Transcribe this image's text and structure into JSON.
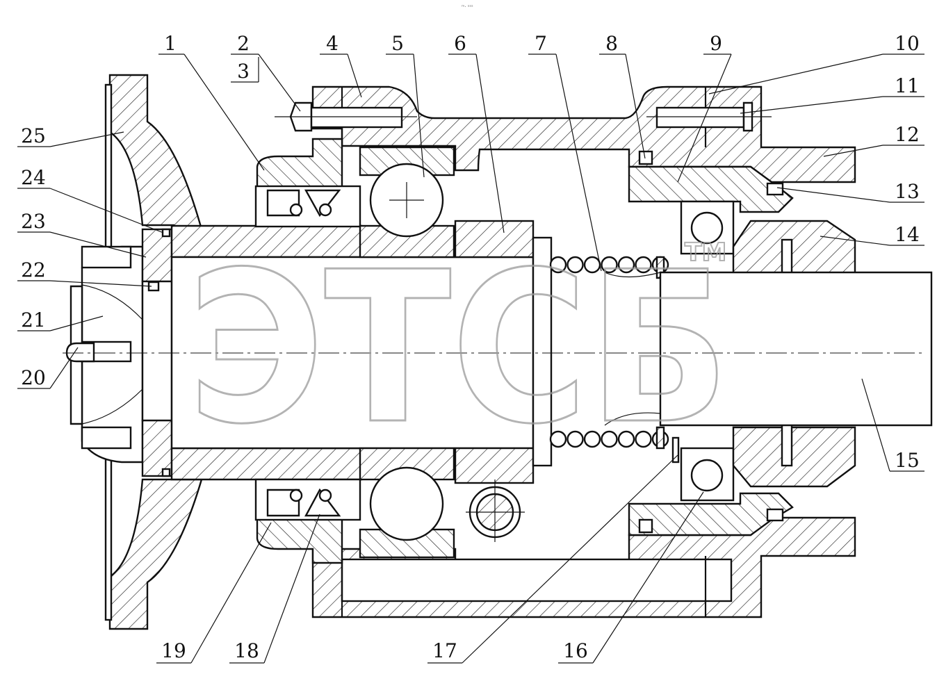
{
  "drawing": {
    "caption_top": "ᵐ‧ ˢˢˢ",
    "watermark_text": "ЭТСБ",
    "watermark_mark": "TM",
    "top_labels": [
      "1",
      "2",
      "3",
      "4",
      "5",
      "6",
      "7",
      "8",
      "9",
      "10",
      "11",
      "12"
    ],
    "right_labels": [
      "13",
      "14",
      "15"
    ],
    "left_labels": [
      "25",
      "24",
      "23",
      "22",
      "21",
      "20"
    ],
    "bottom_labels": [
      "19",
      "18",
      "17",
      "16"
    ]
  }
}
